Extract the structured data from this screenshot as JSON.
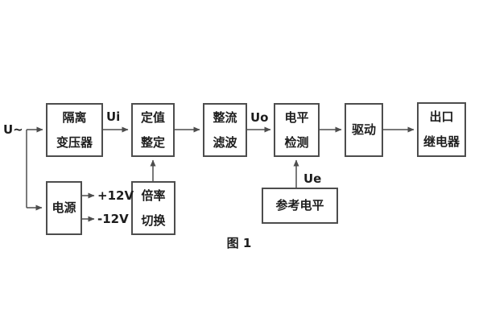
{
  "figure": {
    "caption": "图 1"
  },
  "colors": {
    "background": "#ffffff",
    "line": "#4d4d4d",
    "text": "#1d1d1d"
  },
  "labels": {
    "input": "U~",
    "ui": "Ui",
    "uo": "Uo",
    "ue": "Ue",
    "plus12v": "+12V",
    "minus12v": "-12V"
  },
  "blocks": [
    {
      "id": "isolation-transformer",
      "lines": [
        "隔离",
        "变压器"
      ]
    },
    {
      "id": "setting-adjust",
      "lines": [
        "定值",
        "整定"
      ]
    },
    {
      "id": "rectifier-filter",
      "lines": [
        "整流",
        "滤波"
      ]
    },
    {
      "id": "level-detector",
      "lines": [
        "电平",
        "检测"
      ]
    },
    {
      "id": "driver",
      "lines": [
        "驱动"
      ]
    },
    {
      "id": "output-relay",
      "lines": [
        "出口",
        "继电器"
      ]
    },
    {
      "id": "power-supply",
      "lines": [
        "电源"
      ]
    },
    {
      "id": "ratio-switch",
      "lines": [
        "倍率",
        "切换"
      ]
    },
    {
      "id": "reference-level",
      "lines": [
        "参考电平"
      ]
    }
  ]
}
